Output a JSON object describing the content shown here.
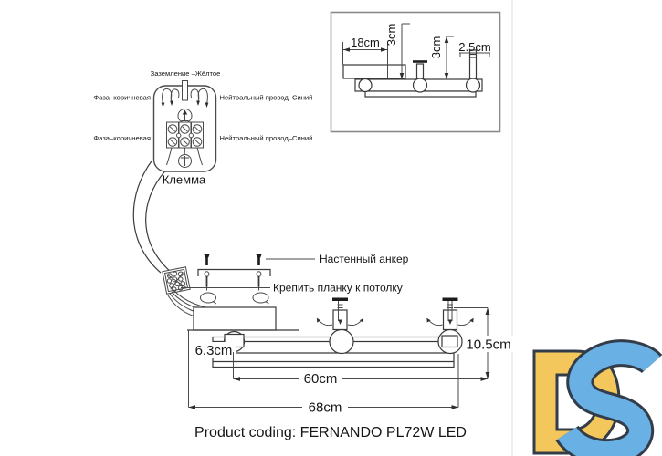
{
  "detail_box": {
    "dim_plate_width": "18cm",
    "dim_offset_left": "3cm",
    "dim_offset_right": "3cm",
    "dim_rod_width": "2.5cm"
  },
  "terminal_block": {
    "ground_wire_label": "Заземление –Жёлтое",
    "phase_wire_label_top": "Фаза–коричневая",
    "phase_wire_label_bottom": "Фаза–коричневая",
    "neutral_wire_label_top": "Нейтральный провод–Синий",
    "neutral_wire_label_bottom": "Нейтральный провод–Синий",
    "title": "Клемма"
  },
  "mounting": {
    "anchor_label": "Настенный анкер",
    "ceiling_label": "Крепить планку к потолку"
  },
  "fixture": {
    "dim_body_height": "6.3cm",
    "dim_total_height": "10.5cm",
    "dim_inner_length": "60cm",
    "dim_total_length": "68cm"
  },
  "footer": {
    "product_coding": "Product coding: FERNANDO PL72W LED"
  },
  "logo": {
    "letter_d": "D",
    "letter_s": "S",
    "color_d": "#F3C75B",
    "color_s": "#69B0E5",
    "outline_color": "#333d4a"
  },
  "colors": {
    "line": "#3a3a3a",
    "faint_divider": "#e4e4e4"
  }
}
